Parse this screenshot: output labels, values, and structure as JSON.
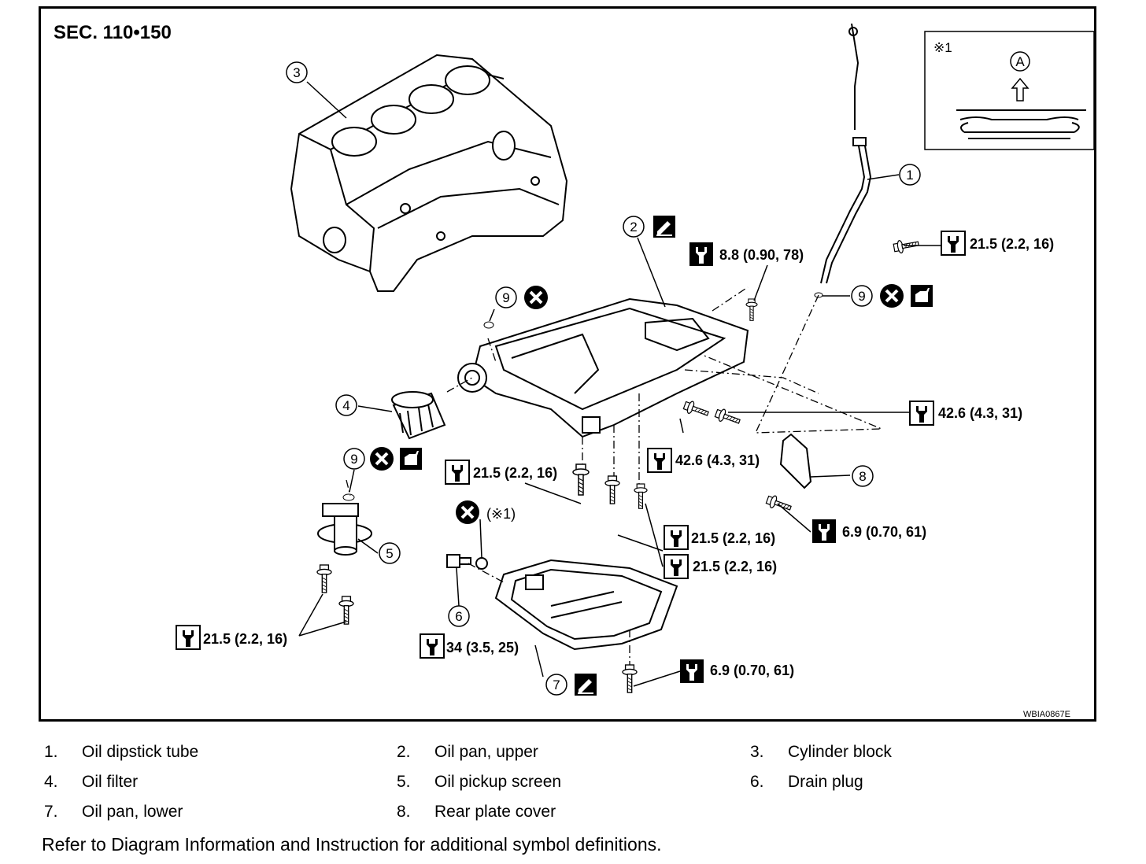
{
  "section": "SEC. 110•150",
  "figure_code": "WBIA0867E",
  "detail_box": {
    "label": "※1",
    "view_letter": "A"
  },
  "callouts": [
    "1",
    "2",
    "3",
    "4",
    "5",
    "6",
    "7",
    "8",
    "9",
    "9",
    "9"
  ],
  "torques": {
    "t1": "21.5 (2.2, 16)",
    "t2": "8.8 (0.90, 78)",
    "t3": "42.6 (4.3, 31)",
    "t4": "42.6 (4.3, 31)",
    "t5": "21.5 (2.2, 16)",
    "t6": "21.5 (2.2, 16)",
    "t7": "21.5 (2.2, 16)",
    "t8": "6.9 (0.70, 61)",
    "t9": "21.5 (2.2, 16)",
    "t10": "34 (3.5, 25)",
    "t11": "6.9 (0.70, 61)"
  },
  "drain_ref": "(※1)",
  "legend": [
    {
      "num": "1.",
      "text": "Oil dipstick tube"
    },
    {
      "num": "2.",
      "text": "Oil pan, upper"
    },
    {
      "num": "3.",
      "text": "Cylinder block"
    },
    {
      "num": "4.",
      "text": "Oil filter"
    },
    {
      "num": "5.",
      "text": "Oil pickup screen"
    },
    {
      "num": "6.",
      "text": "Drain plug"
    },
    {
      "num": "7.",
      "text": "Oil pan, lower"
    },
    {
      "num": "8.",
      "text": "Rear plate cover"
    }
  ],
  "note": "Refer to Diagram Information and Instruction for additional symbol definitions."
}
